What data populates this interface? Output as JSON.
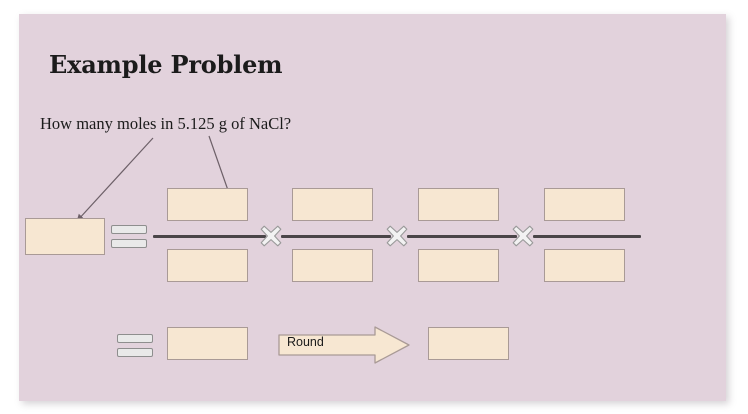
{
  "slide": {
    "background_color": "#e2d2dc",
    "title": "Example Problem",
    "question": "How many moles in 5.125 g of NaCl?"
  },
  "colors": {
    "slide_background": "#e2d2dc",
    "box_fill": "#f7e7d2",
    "box_border": "#a99a96",
    "equals_fill": "#e9e9e9",
    "equals_border": "#8e8e8e",
    "fraction_bar": "#4a4548",
    "multiply_fill": "#f2f2f2",
    "multiply_border": "#9a9a9a",
    "arrow_fill": "#f7e7d2",
    "arrow_border": "#a99a96",
    "text": "#1b1b1b",
    "page_background": "#ffffff"
  },
  "work_row": {
    "given_box": {
      "value": ""
    },
    "equals_label": "=",
    "fractions": [
      {
        "numerator": {
          "value": ""
        },
        "denominator": {
          "value": ""
        }
      },
      {
        "numerator": {
          "value": ""
        },
        "denominator": {
          "value": ""
        }
      },
      {
        "numerator": {
          "value": ""
        },
        "denominator": {
          "value": ""
        }
      },
      {
        "numerator": {
          "value": ""
        },
        "denominator": {
          "value": ""
        }
      }
    ],
    "multiply_label": "×",
    "multiply_count": 3
  },
  "answer_row": {
    "equals_label": "=",
    "unrounded_box": {
      "value": ""
    },
    "round_arrow_label": "Round",
    "rounded_box": {
      "value": ""
    }
  },
  "annotations": {
    "leader_to_given": "arrow pointing to given-quantity box",
    "leader_to_numerator": "arrow pointing to first numerator box"
  }
}
